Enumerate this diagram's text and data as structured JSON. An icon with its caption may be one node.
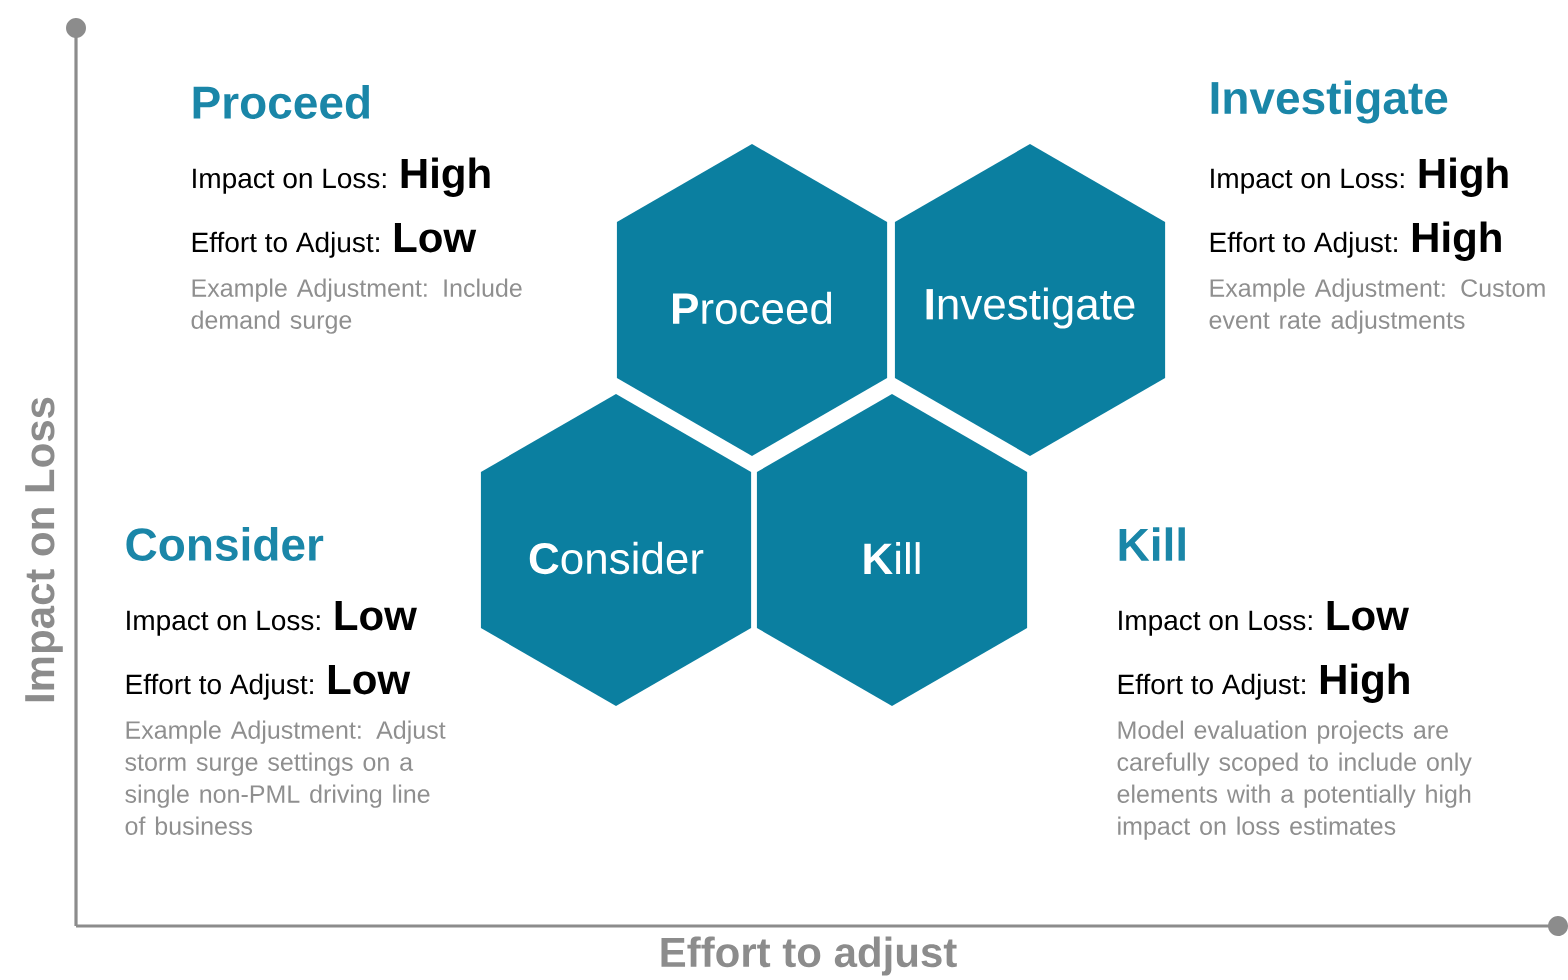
{
  "diagram": {
    "nodes": [
      {
        "text": [
          "**P**roceed"
        ]
      },
      {
        "text": [
          "**I**nvestigate"
        ]
      },
      {
        "text": [
          "**C**onsider"
        ]
      },
      {
        "text": [
          "**K**ill"
        ]
      }
    ],
    "labels": [
      "Proceed",
      "Impact on Loss:",
      "High",
      "Effort to Adjust:",
      "Low",
      "Example Adjustment:  Include demand surge",
      "Investigate",
      "Impact on Loss:",
      "High",
      "Effort to Adjust:",
      "High",
      "Example Adjustment:  Custom event rate adjustments",
      "Consider",
      "Impact on Loss:",
      "Low",
      "Effort to Adjust:",
      "Low",
      "Example Adjustment:  Adjust storm surge settings on a single non-PML driving line of business",
      "Kill",
      "Impact on Loss:",
      "Low",
      "Effort to Adjust:",
      "High",
      "Model evaluation projects are carefully scoped to include only elements with a potentially high impact on loss estimates",
      "Impact on Loss",
      "Effort to adjust"
    ]
  }
}
